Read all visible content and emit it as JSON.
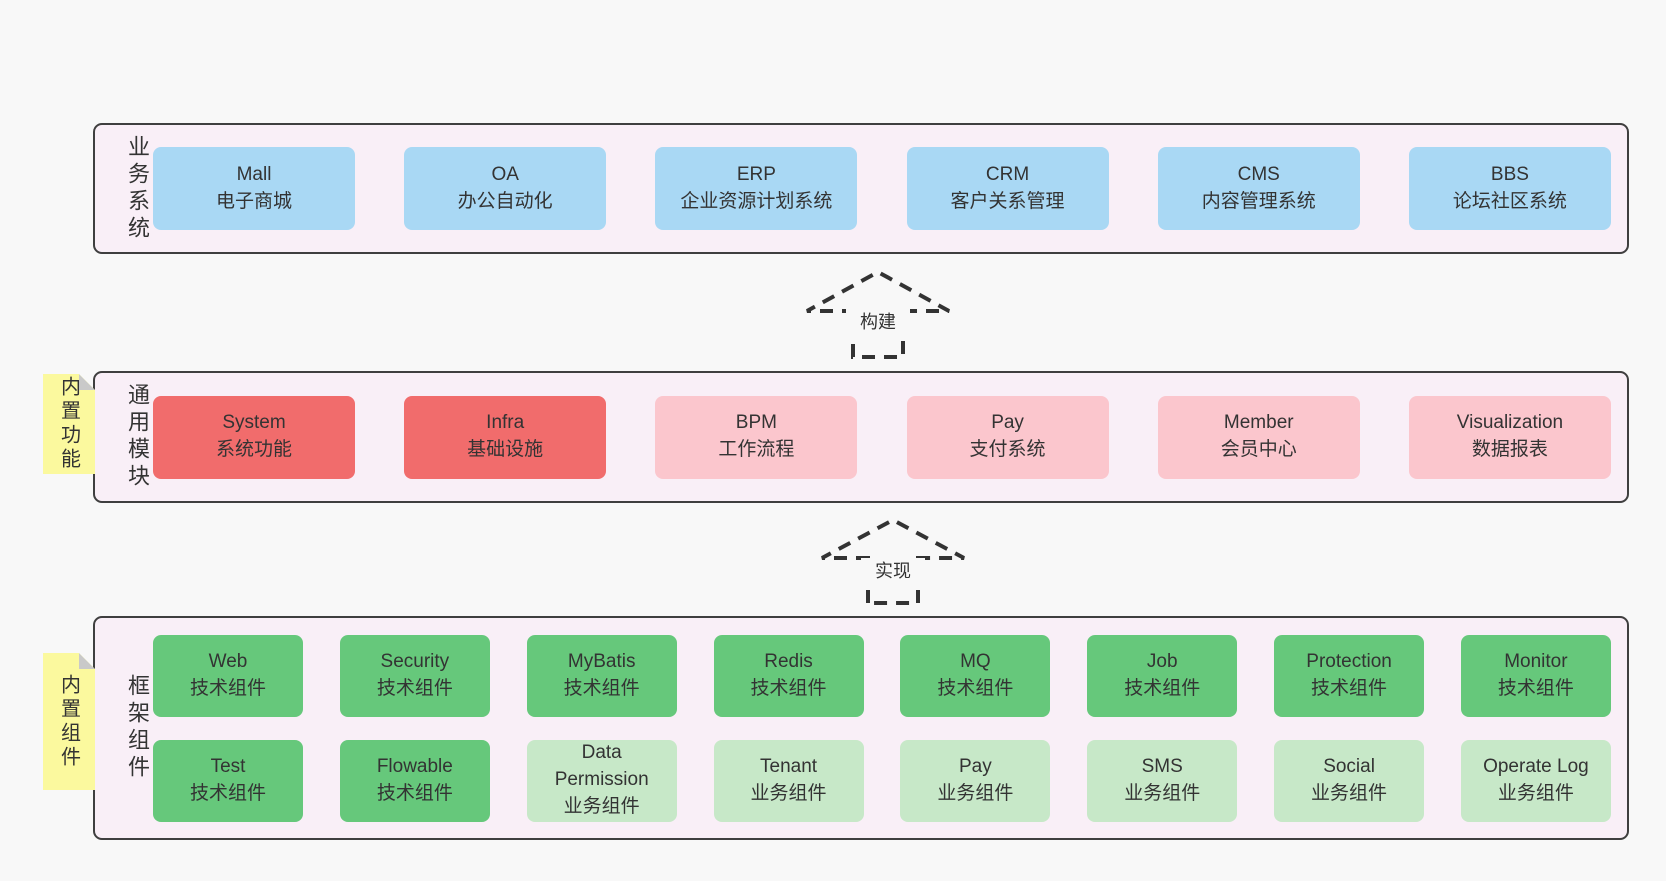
{
  "colors": {
    "page_bg": "#f8f8f8",
    "layer_bg": "#f9eff7",
    "layer_border": "#3f3f3f",
    "business_box_blue": "#a9d8f4",
    "module_box_red": "#f16c6c",
    "module_box_pink": "#fbc6cd",
    "tech_box_green": "#66c87b",
    "biz_box_green_light": "#c7e8c8",
    "note_yellow": "#fbf99e",
    "note_fold_gray": "#c9c9c9",
    "text": "#333333"
  },
  "arrows": [
    {
      "label": "构建",
      "direction": "up"
    },
    {
      "label": "实现",
      "direction": "up"
    }
  ],
  "layers": [
    {
      "label": "业务系统",
      "boxes": [
        {
          "en": "Mall",
          "zh": "电子商城"
        },
        {
          "en": "OA",
          "zh": "办公自动化"
        },
        {
          "en": "ERP",
          "zh": "企业资源计划系统"
        },
        {
          "en": "CRM",
          "zh": "客户关系管理"
        },
        {
          "en": "CMS",
          "zh": "内容管理系统"
        },
        {
          "en": "BBS",
          "zh": "论坛社区系统"
        }
      ]
    },
    {
      "label": "通用模块",
      "note": "内置功能",
      "boxes": [
        {
          "en": "System",
          "zh": "系统功能"
        },
        {
          "en": "Infra",
          "zh": "基础设施"
        },
        {
          "en": "BPM",
          "zh": "工作流程"
        },
        {
          "en": "Pay",
          "zh": "支付系统"
        },
        {
          "en": "Member",
          "zh": "会员中心"
        },
        {
          "en": "Visualization",
          "zh": "数据报表"
        }
      ]
    },
    {
      "label": "框架组件",
      "note": "内置组件",
      "rows": [
        [
          {
            "en": "Web",
            "zh": "技术组件"
          },
          {
            "en": "Security",
            "zh": "技术组件"
          },
          {
            "en": "MyBatis",
            "zh": "技术组件"
          },
          {
            "en": "Redis",
            "zh": "技术组件"
          },
          {
            "en": "MQ",
            "zh": "技术组件"
          },
          {
            "en": "Job",
            "zh": "技术组件"
          },
          {
            "en": "Protection",
            "zh": "技术组件"
          },
          {
            "en": "Monitor",
            "zh": "技术组件"
          }
        ],
        [
          {
            "en": "Test",
            "zh": "技术组件"
          },
          {
            "en": "Flowable",
            "zh": "技术组件"
          },
          {
            "en": "Data Permission",
            "zh": "业务组件"
          },
          {
            "en": "Tenant",
            "zh": "业务组件"
          },
          {
            "en": "Pay",
            "zh": "业务组件"
          },
          {
            "en": "SMS",
            "zh": "业务组件"
          },
          {
            "en": "Social",
            "zh": "业务组件"
          },
          {
            "en": "Operate Log",
            "zh": "业务组件"
          }
        ]
      ]
    }
  ]
}
